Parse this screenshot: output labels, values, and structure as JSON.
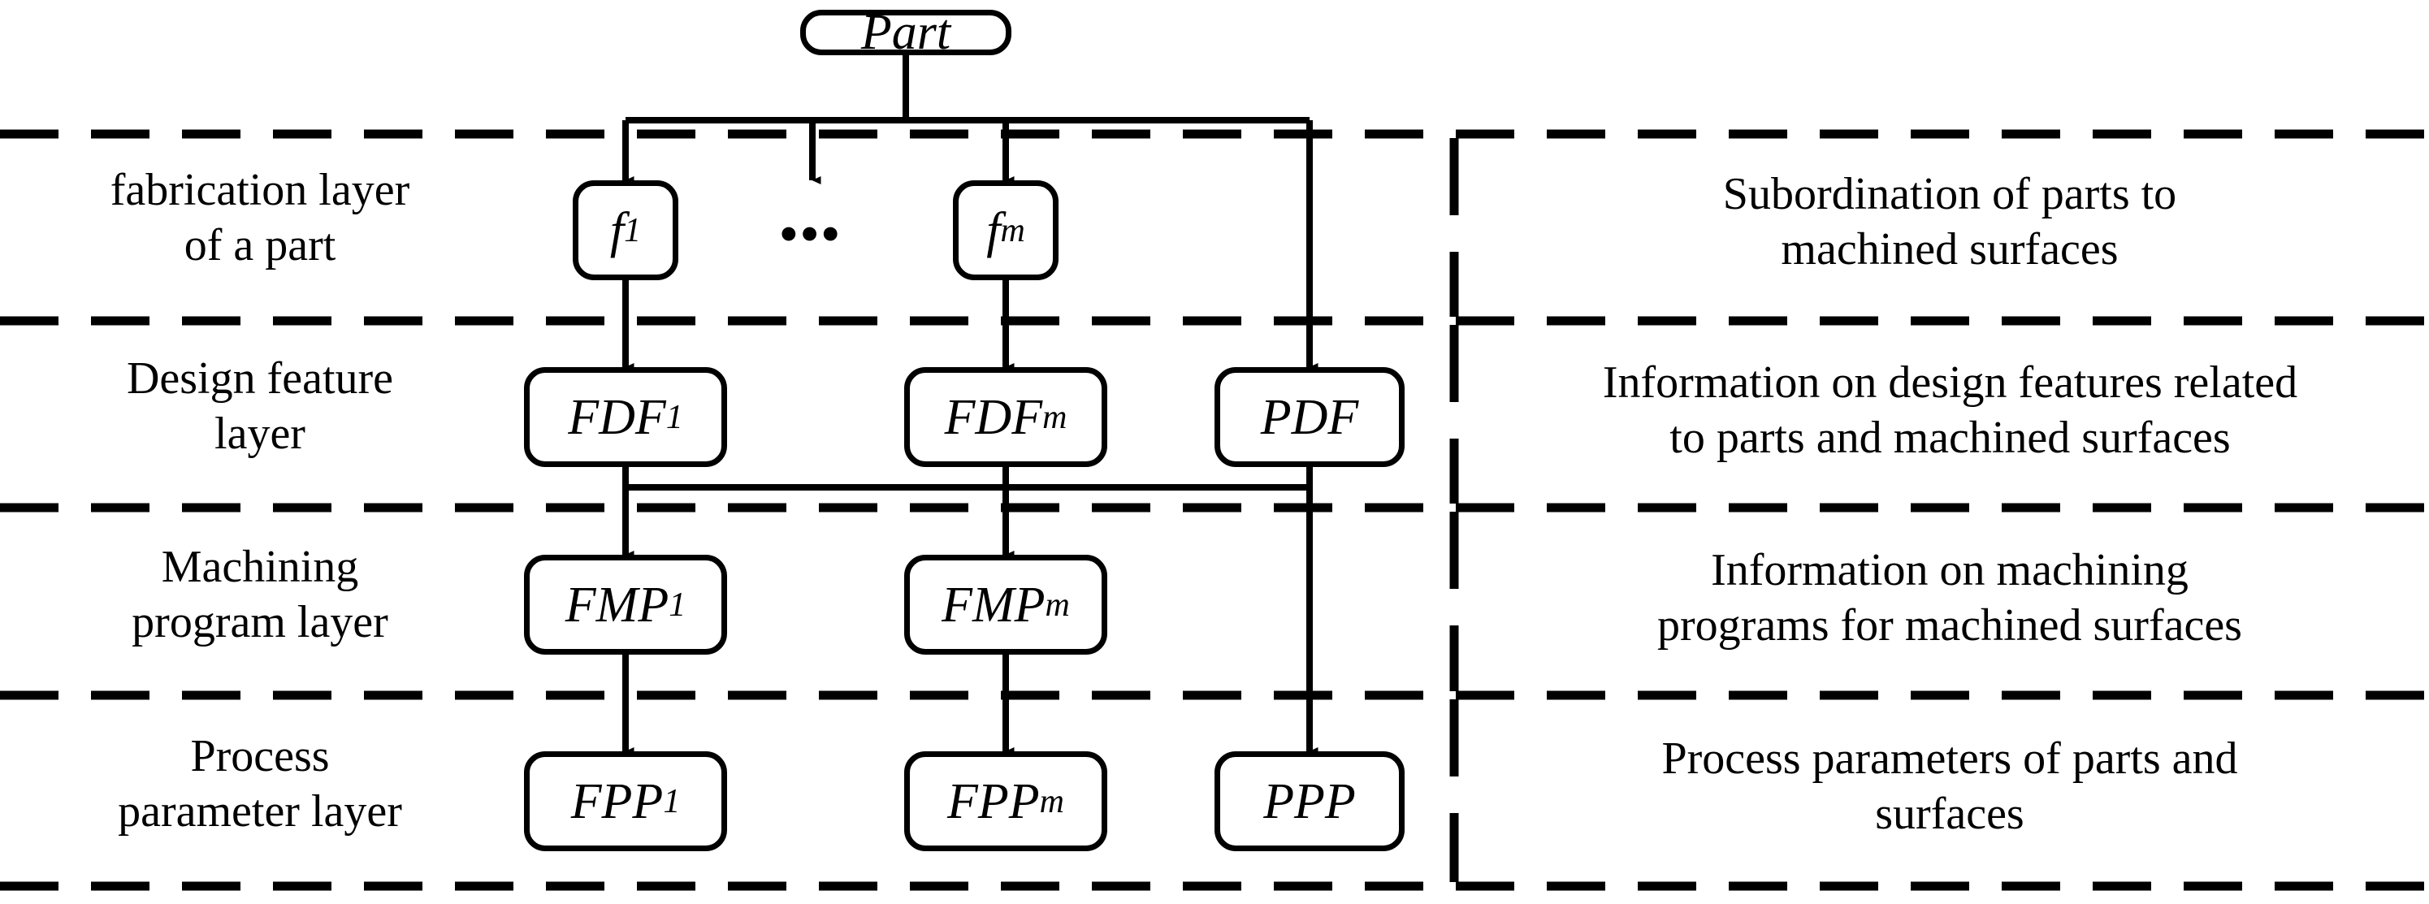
{
  "diagram": {
    "title": "Hierarchical part information model",
    "colors": {
      "stroke": "#000000",
      "background": "#ffffff",
      "text": "#000000"
    },
    "root": {
      "label": "Part"
    },
    "ellipsis": "•••",
    "layers": [
      {
        "id": "fabrication",
        "label": "fabrication layer\nof a part",
        "label_line1": "fabrication layer",
        "label_line2": "of a part",
        "description": "Subordination of parts to machined surfaces",
        "description_line1": "Subordination of parts to",
        "description_line2": "machined surfaces",
        "nodes": [
          {
            "id": "f1",
            "base": "f",
            "sub": "1"
          },
          {
            "id": "fm",
            "base": "f",
            "sub": "m"
          }
        ]
      },
      {
        "id": "design-feature",
        "label": "Design feature layer",
        "label_line1": "Design feature",
        "label_line2": "layer",
        "description": "Information on design features related to parts and machined surfaces",
        "description_line1": "Information on design features related",
        "description_line2": "to parts and machined surfaces",
        "nodes": [
          {
            "id": "fdf1",
            "base": "FDF",
            "sub": "1"
          },
          {
            "id": "fdfm",
            "base": "FDF",
            "sub": "m"
          },
          {
            "id": "pdf",
            "base": "PDF",
            "sub": ""
          }
        ]
      },
      {
        "id": "machining-program",
        "label": "Machining program layer",
        "label_line1": "Machining",
        "label_line2": "program layer",
        "description": "Information on machining programs for machined surfaces",
        "description_line1": "Information on machining",
        "description_line2": "programs for machined surfaces",
        "nodes": [
          {
            "id": "fmp1",
            "base": "FMP",
            "sub": "1"
          },
          {
            "id": "fmpm",
            "base": "FMP",
            "sub": "m"
          }
        ]
      },
      {
        "id": "process-parameter",
        "label": "Process parameter layer",
        "label_line1": "Process",
        "label_line2": "parameter layer",
        "description": "Process parameters of parts and surfaces",
        "description_line1": "Process parameters of parts and",
        "description_line2": "surfaces",
        "nodes": [
          {
            "id": "fpp1",
            "base": "FPP",
            "sub": "1"
          },
          {
            "id": "fppm",
            "base": "FPP",
            "sub": "m"
          },
          {
            "id": "ppp",
            "base": "PPP",
            "sub": ""
          }
        ]
      }
    ]
  }
}
